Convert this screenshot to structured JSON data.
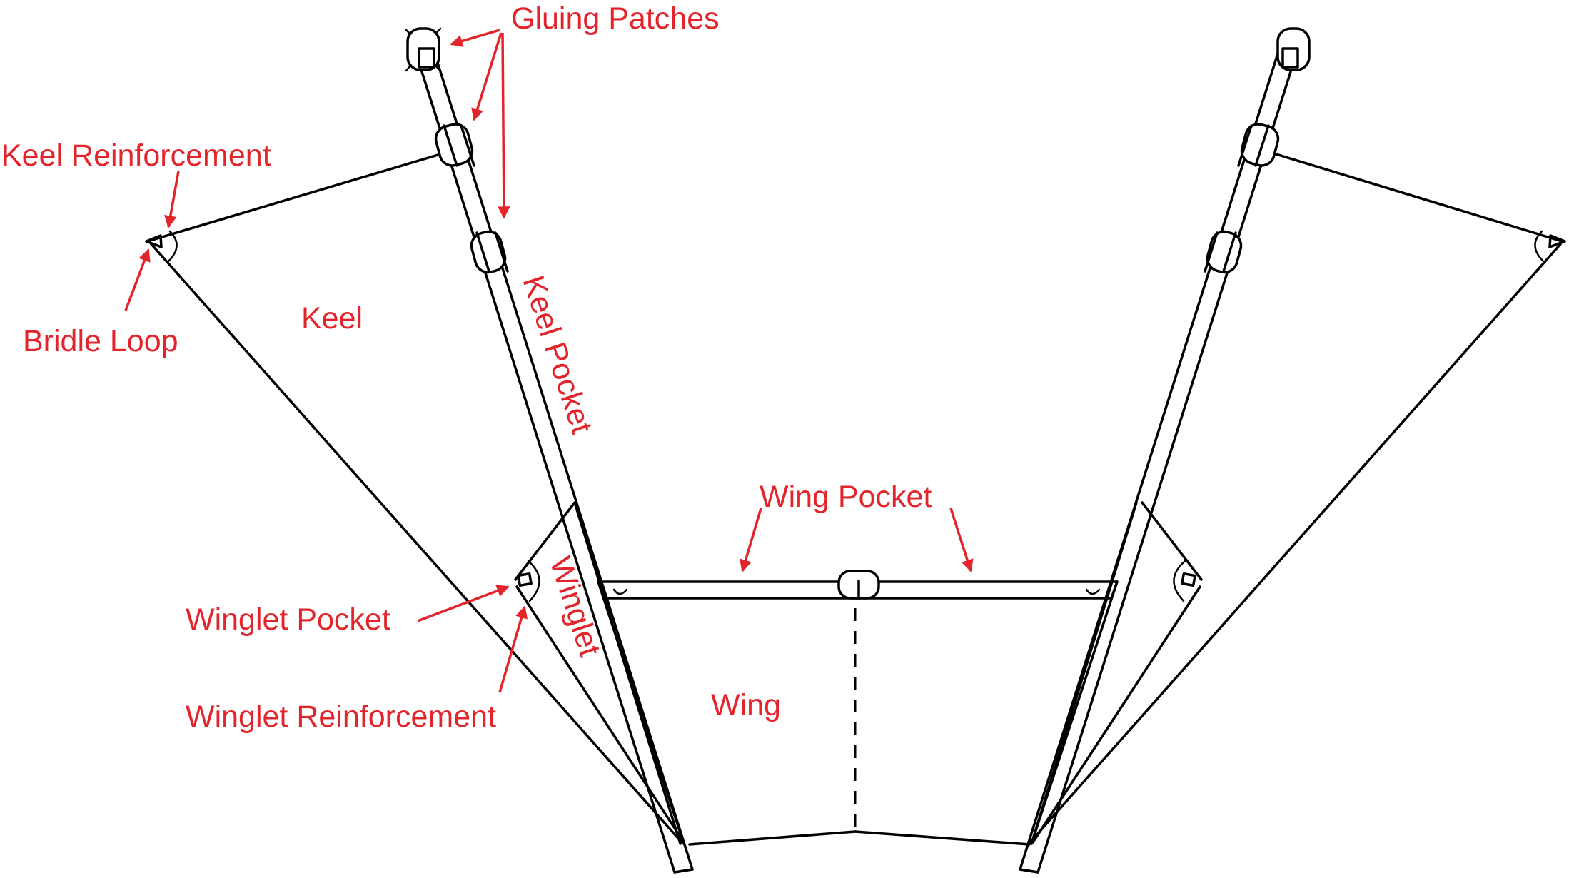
{
  "labels": {
    "gluing_patches": "Gluing Patches",
    "keel_reinforcement": "Keel Reinforcement",
    "bridle_loop": "Bridle Loop",
    "keel": "Keel",
    "keel_pocket": "Keel Pocket",
    "wing_pocket": "Wing Pocket",
    "winglet_pocket": "Winglet Pocket",
    "winglet": "Winglet",
    "winglet_reinforcement": "Winglet Reinforcement",
    "wing": "Wing"
  },
  "colors": {
    "label": "#e3242b",
    "line": "#000000",
    "background": "#ffffff"
  }
}
